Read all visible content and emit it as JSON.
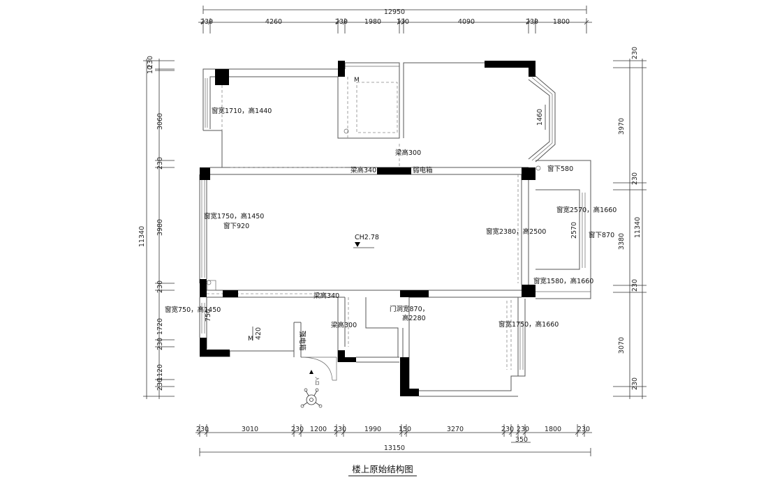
{
  "title": "楼上原始结构图",
  "dimensions": {
    "top_total": "12950",
    "top": [
      "230",
      "4260",
      "230",
      "1980",
      "130",
      "4090",
      "230",
      "1800"
    ],
    "bottom_total": "13150",
    "bottom": [
      "230",
      "3010",
      "230",
      "1200",
      "230",
      "1990",
      "150",
      "3270",
      "230",
      "230",
      "1800",
      "230"
    ],
    "bottom_extra": "350",
    "left_total": "11340",
    "left": [
      "230",
      "10",
      "3060",
      "230",
      "3980",
      "230",
      "1720",
      "230",
      "1120",
      "230"
    ],
    "right_total": "11340",
    "right": [
      "230",
      "3970",
      "230",
      "3380",
      "230",
      "3070",
      "230"
    ]
  },
  "labels": {
    "win_ne_room": "窗宽1710，高1440",
    "m1": "M",
    "beam_300_a": "梁高300",
    "beam_340_a": "梁高340",
    "weak_box": "弱电箱",
    "bay_1460": "1460",
    "win_below_580": "窗下580",
    "win_2570": "窗宽2570，高1660",
    "dim_2570": "2570",
    "win_below_870": "窗下870",
    "win_1750_a": "窗宽1750，高1450",
    "win_below_920": "窗下920",
    "ch": "CH2.78",
    "win_2380": "窗宽2380，高2500",
    "win_1580": "窗宽1580，高1660",
    "beam_340_b": "梁高340",
    "door_opening": "门洞宽870，",
    "door_height": "高2280",
    "win_750": "窗宽750，高1450",
    "dim_750": "750",
    "beam_300_b": "梁高300",
    "win_1750_b": "窗宽1750，高1660",
    "m2": "M",
    "dim_420": "420",
    "strong_box": "强电箱",
    "entry": "入口"
  }
}
